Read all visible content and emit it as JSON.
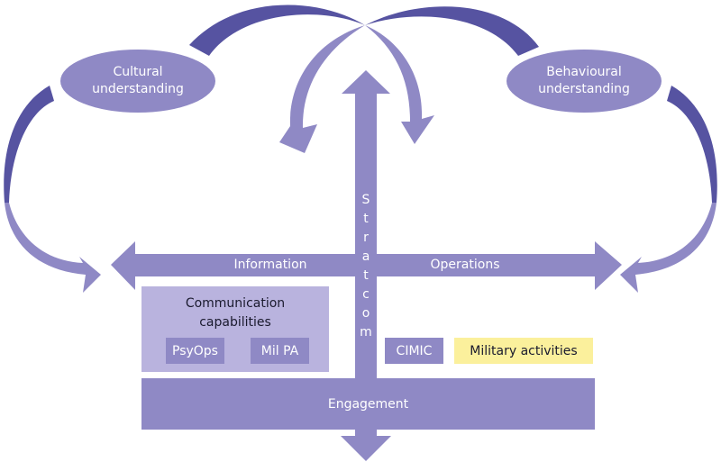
{
  "colors": {
    "main": "#8f89c5",
    "dark": "#5653a1",
    "light_box": "#b9b3de",
    "highlight": "#fbf09c",
    "text_dark": "#1a1a2e"
  },
  "nodes": {
    "cultural": [
      "Cultural",
      "understanding"
    ],
    "behavioural": [
      "Behavioural",
      "understanding"
    ],
    "information": "Information",
    "operations": "Operations",
    "stratcom": [
      "S",
      "t",
      "r",
      "a",
      "t",
      "c",
      "o",
      "m"
    ],
    "communication": [
      "Communication",
      "capabilities"
    ],
    "psyops": "PsyOps",
    "milpa": "Mil PA",
    "cimic": "CIMIC",
    "military": "Military activities",
    "engagement": "Engagement"
  }
}
